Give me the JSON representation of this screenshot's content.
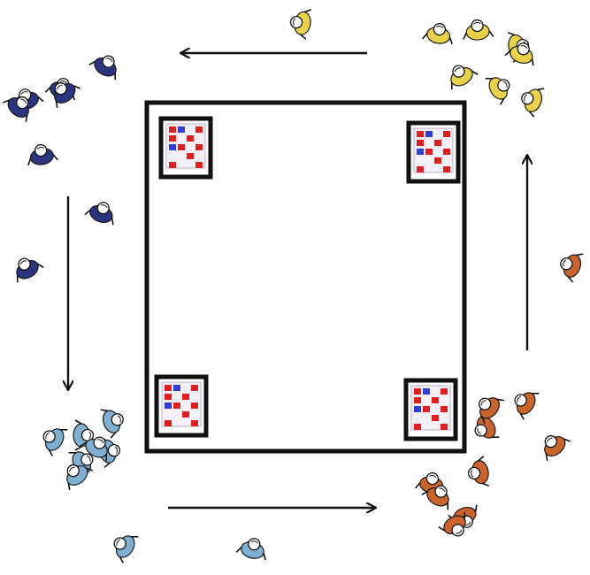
{
  "title": "",
  "colors": {
    "background": "#ffffff",
    "frame": "#111111",
    "arrow": "#111111",
    "group_navy": "#2c3480",
    "group_yellow": "#e8d24a",
    "group_orange": "#c8642c",
    "group_lightblue": "#7fb0cf",
    "tile_red": "#e02020",
    "tile_blue": "#2f3fd8",
    "tile_border": "#111111"
  },
  "diagram": {
    "boards": [
      {
        "id": "board-top-left",
        "corner": "top-left"
      },
      {
        "id": "board-top-right",
        "corner": "top-right"
      },
      {
        "id": "board-bottom-left",
        "corner": "bottom-left"
      },
      {
        "id": "board-bottom-right",
        "corner": "bottom-right"
      }
    ],
    "arrows": [
      {
        "id": "arrow-top",
        "direction": "left"
      },
      {
        "id": "arrow-left",
        "direction": "down"
      },
      {
        "id": "arrow-bottom",
        "direction": "right"
      },
      {
        "id": "arrow-right",
        "direction": "up"
      }
    ],
    "groups": [
      {
        "id": "group-top-left",
        "color": "navy",
        "figure_count": 8
      },
      {
        "id": "group-top-right",
        "color": "yellow",
        "figure_count": 8
      },
      {
        "id": "group-bottom-left",
        "color": "lightblue",
        "figure_count": 9
      },
      {
        "id": "group-bottom-right",
        "color": "orange",
        "figure_count": 10
      }
    ]
  }
}
